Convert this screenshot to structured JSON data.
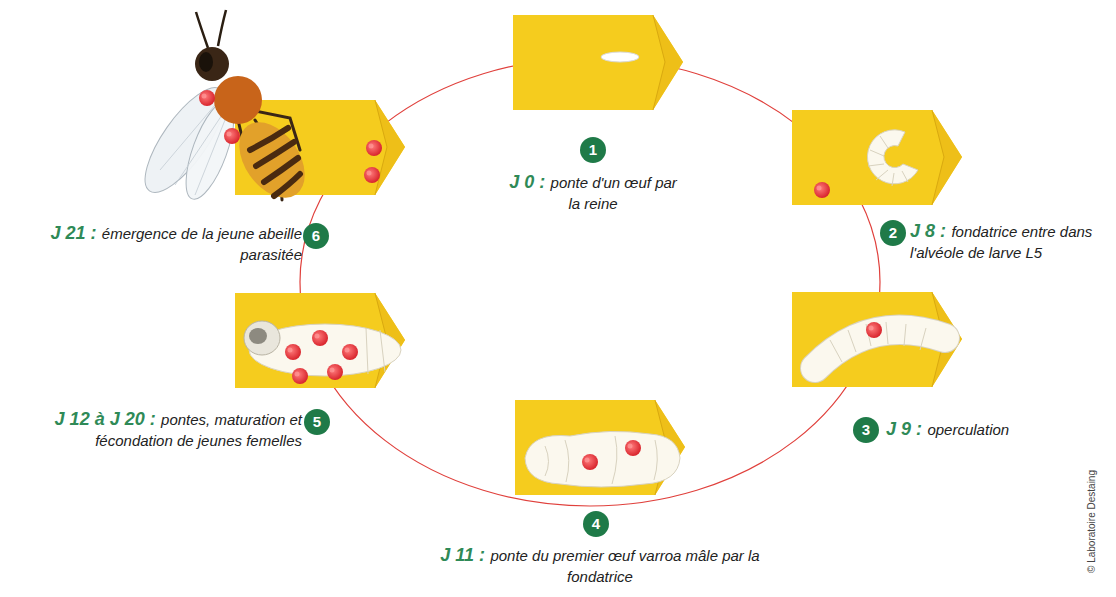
{
  "diagram": {
    "nodes": [
      {
        "text": [
          "1",
          "J 0 :",
          "ponte d'un œuf par la reine"
        ]
      },
      {
        "text": [
          "2",
          "J 8 :",
          "fondatrice entre dans l'alvéole de larve L5"
        ]
      },
      {
        "text": [
          "3",
          "J 9 :",
          "operculation"
        ]
      },
      {
        "text": [
          "4",
          "J 11 :",
          "ponte du premier œuf varroa mâle par la fondatrice"
        ]
      },
      {
        "text": [
          "5",
          "J 12 à J 20 :",
          "pontes, maturation et fécondation de jeunes femelles"
        ]
      },
      {
        "text": [
          "6",
          "J 21 :",
          "émergence de la jeune abeille parasitée"
        ]
      }
    ],
    "labels": [
      "© Laboratoire Destaing"
    ]
  }
}
